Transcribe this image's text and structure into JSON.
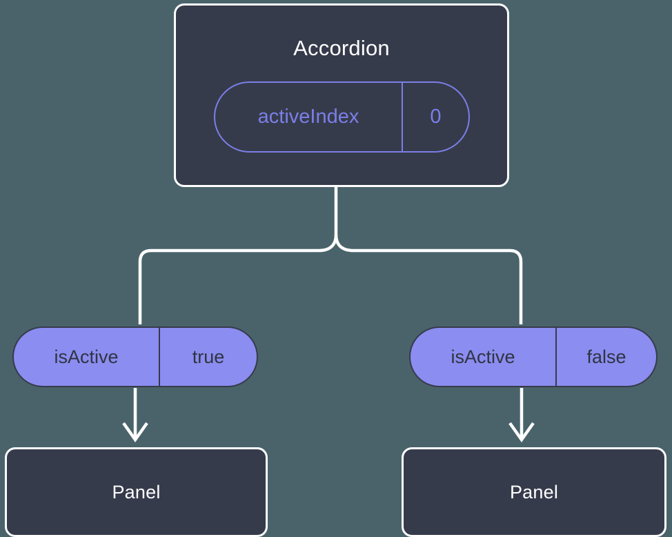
{
  "diagram": {
    "background_color": "#4a636b",
    "card_fill": "#363b4b",
    "card_stroke": "#ffffff",
    "pill_accent": "#8b8df0",
    "pill_outline_color": "#7b7fe8",
    "wire_color": "#ffffff"
  },
  "root": {
    "title": "Accordion",
    "state_pill": {
      "key": "activeIndex",
      "value": "0"
    }
  },
  "branches": [
    {
      "prop_pill": {
        "key": "isActive",
        "value": "true"
      },
      "child_title": "Panel"
    },
    {
      "prop_pill": {
        "key": "isActive",
        "value": "false"
      },
      "child_title": "Panel"
    }
  ]
}
